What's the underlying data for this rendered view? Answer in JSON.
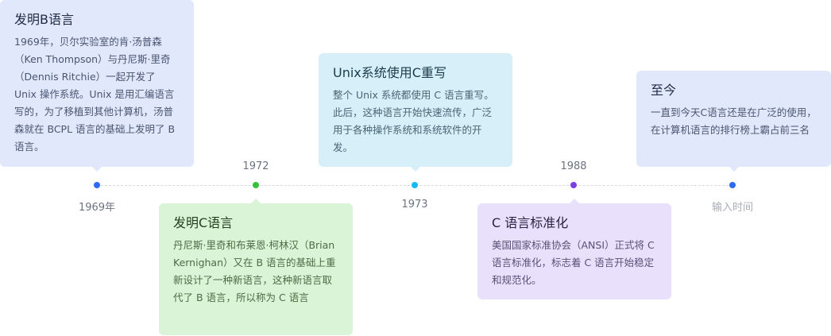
{
  "timeline": {
    "events": [
      {
        "label": "1969年",
        "label_position": "below",
        "dot_color": "#2f6bf0",
        "card": {
          "title": "发明B语言",
          "body": "1969年，贝尔实验室的肯·汤普森（Ken Thompson）与丹尼斯·里奇（Dennis Ritchie）一起开发了 Unix 操作系统。Unix 是用汇编语言写的，为了移植到其他计算机，汤普森就在 BCPL 语言的基础上发明了 B 语言。",
          "color": "#e1e8fc"
        }
      },
      {
        "label": "1972",
        "label_position": "above",
        "dot_color": "#33c23a",
        "card": {
          "title": "发明C语言",
          "body": "丹尼斯·里奇和布莱恩·柯林汉（Brian Kernighan）又在 B 语言的基础上重新设计了一种新语言，这种新语言取代了 B 语言，所以称为 C 语言",
          "color": "#d9f4d6"
        }
      },
      {
        "label": "1973",
        "label_position": "below",
        "dot_color": "#1ab8f0",
        "card": {
          "title": "Unix系统使用C重写",
          "body": "整个 Unix 系统都使用 C 语言重写。此后，这种语言开始快速流传，广泛用于各种操作系统和系统软件的开发。",
          "color": "#d6eff9"
        }
      },
      {
        "label": "1988",
        "label_position": "above",
        "dot_color": "#7b3fe4",
        "card": {
          "title": "C 语言标准化",
          "body": "美国国家标准协会（ANSI）正式将 C 语言标准化，标志着 C 语言开始稳定和规范化。",
          "color": "#e9e0fb"
        }
      },
      {
        "label": "输入时间",
        "label_position": "below",
        "dot_color": "#2f6bf0",
        "card": {
          "title": "至今",
          "body": "一直到今天C语言还是在广泛的使用，在计算机语言的排行榜上霸占前三名",
          "color": "#e1e8fc"
        }
      }
    ]
  }
}
